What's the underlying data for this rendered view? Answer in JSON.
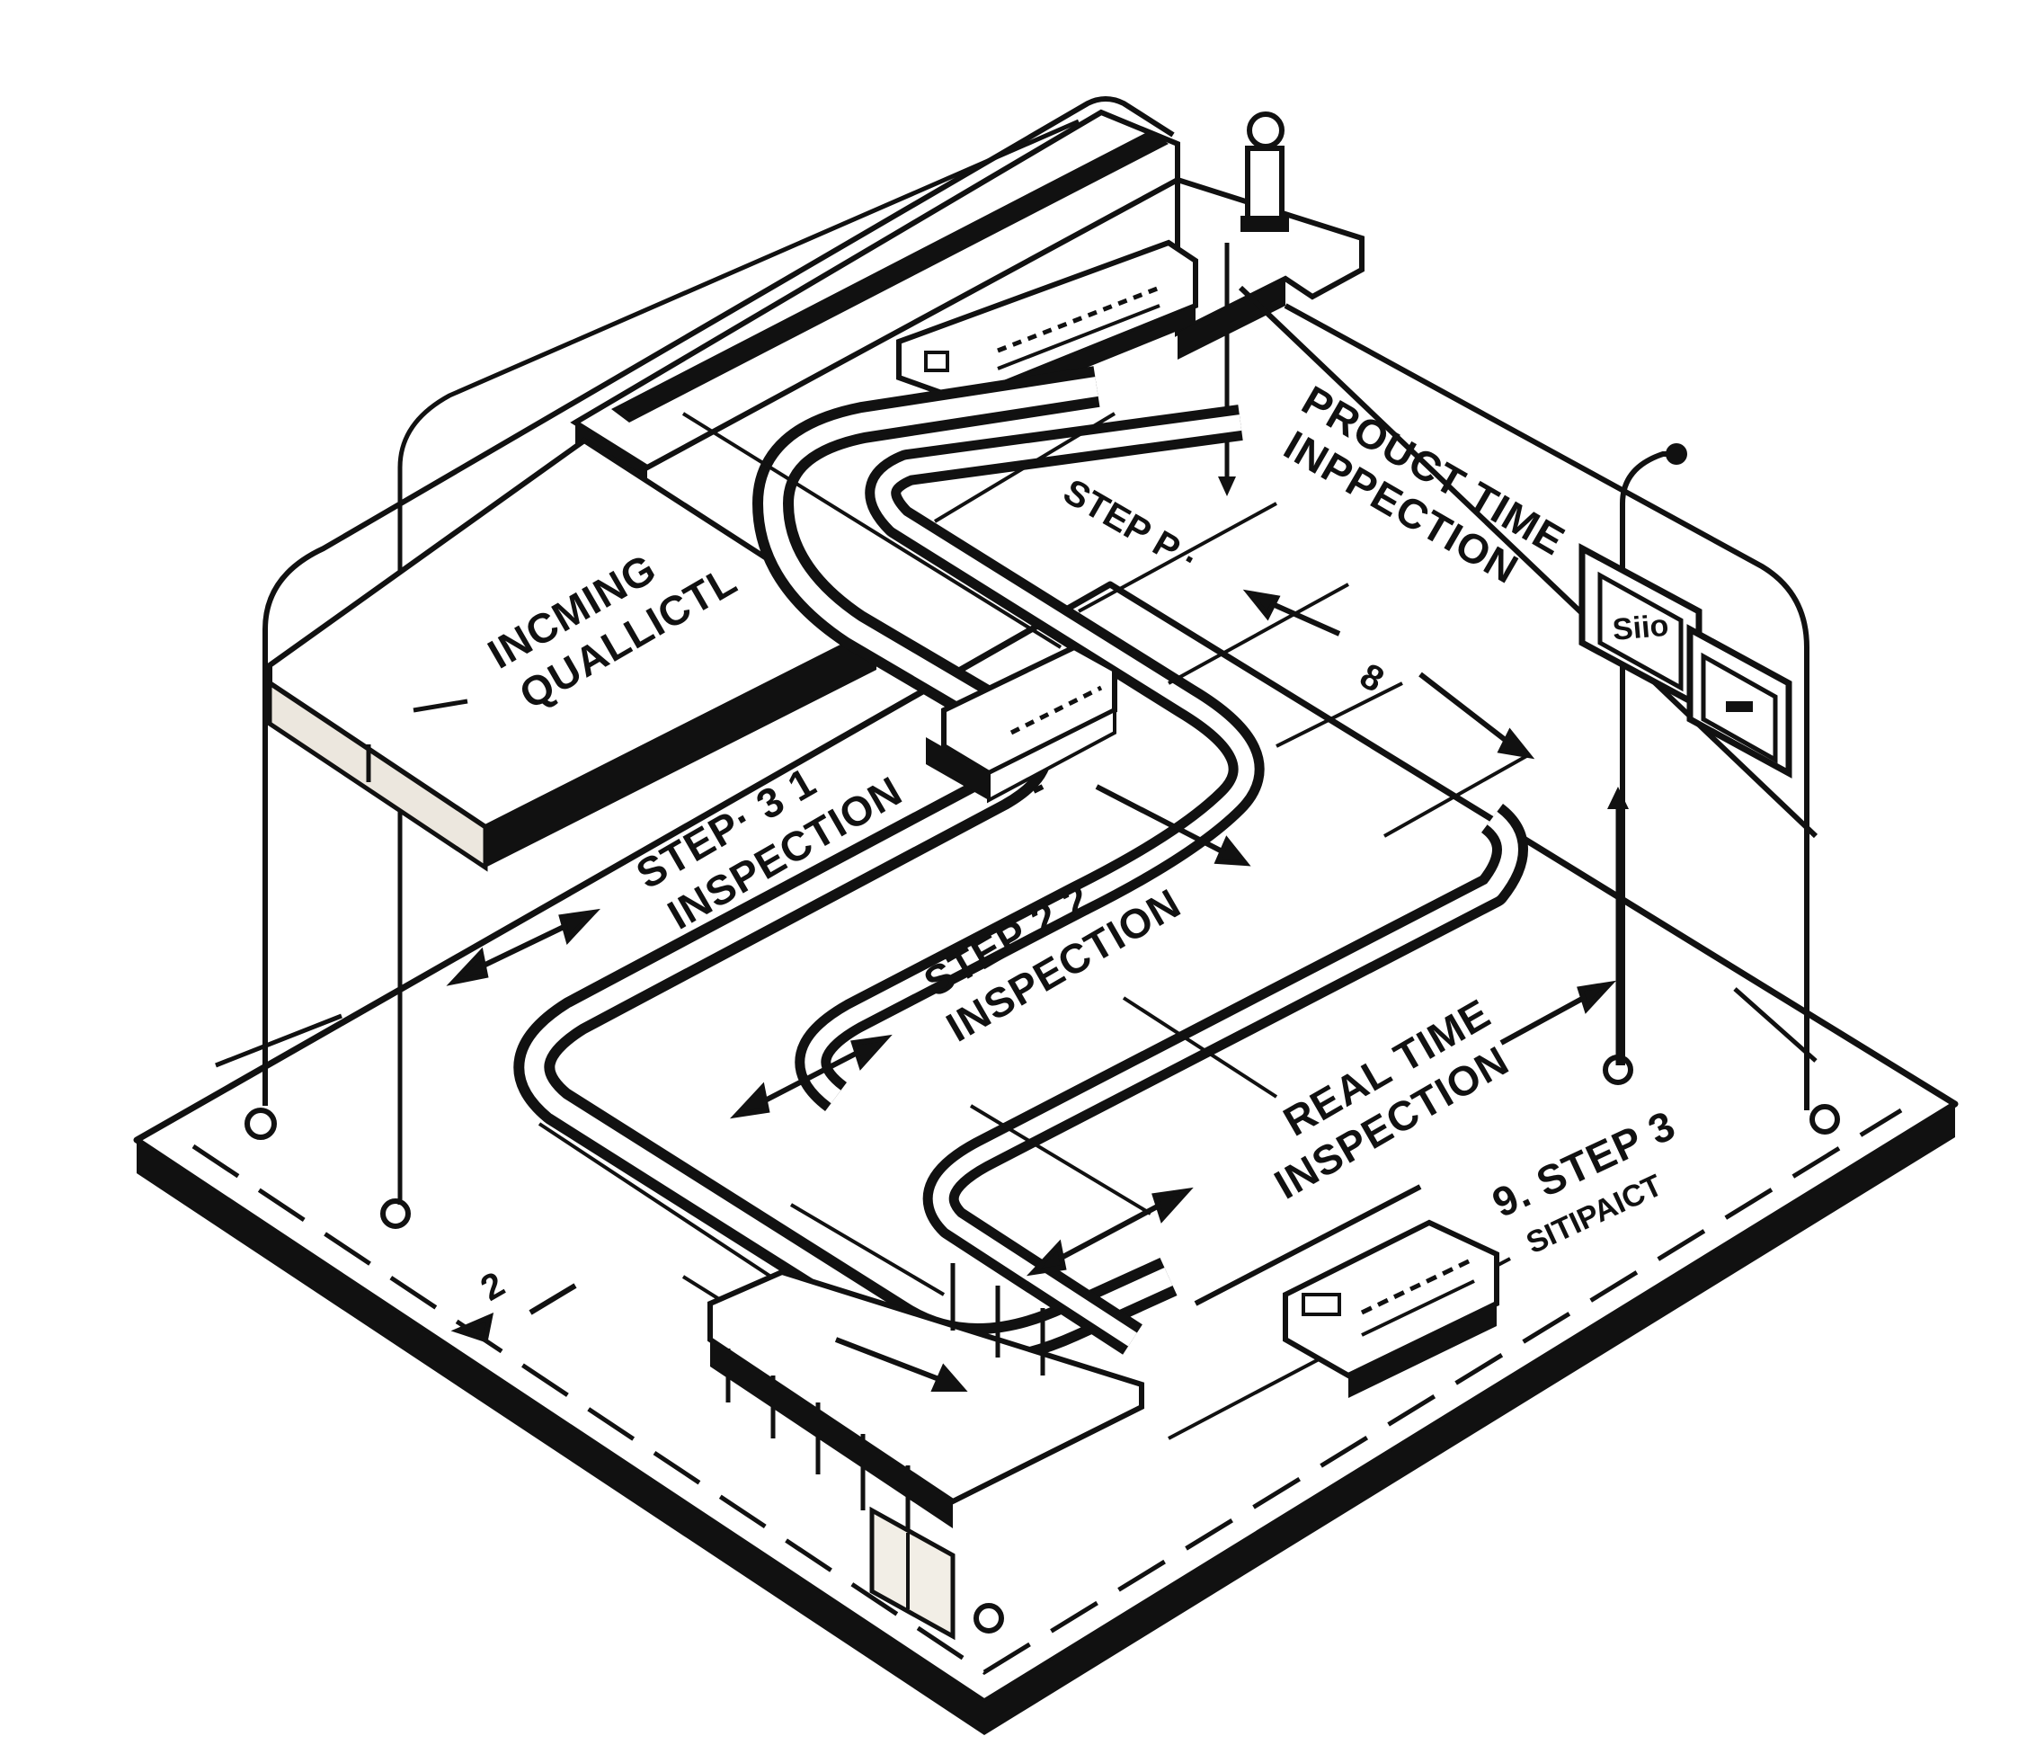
{
  "diagram": {
    "labels": {
      "incoming_line1": "INCMING",
      "incoming_line2": "QUALLICTL",
      "product_line1": "PROUCT TIME",
      "product_line2": "INPPECTION",
      "step_p": "STEP P ·",
      "step_p_num": "8",
      "step1_line1": "STEP· 3 1",
      "step1_line2": "INSPECTION",
      "step2_line1": "STEP 2 2",
      "step2_line2": "INSPECTION",
      "realtime_line1": "REAL TIME",
      "realtime_line2": "INSPECTION",
      "step3_line1": "9. STEP 3",
      "step3_line2": "SITIPAICT",
      "dim_num": "2",
      "monitor_text": "Siio"
    },
    "icons": [
      "conveyor-track",
      "tram-car",
      "cart",
      "lamp-post",
      "control-panel",
      "light-tower",
      "double-arrow"
    ],
    "colors": {
      "ink": "#111111",
      "paper": "#ffffff",
      "shade": "#e8e4dc"
    }
  }
}
